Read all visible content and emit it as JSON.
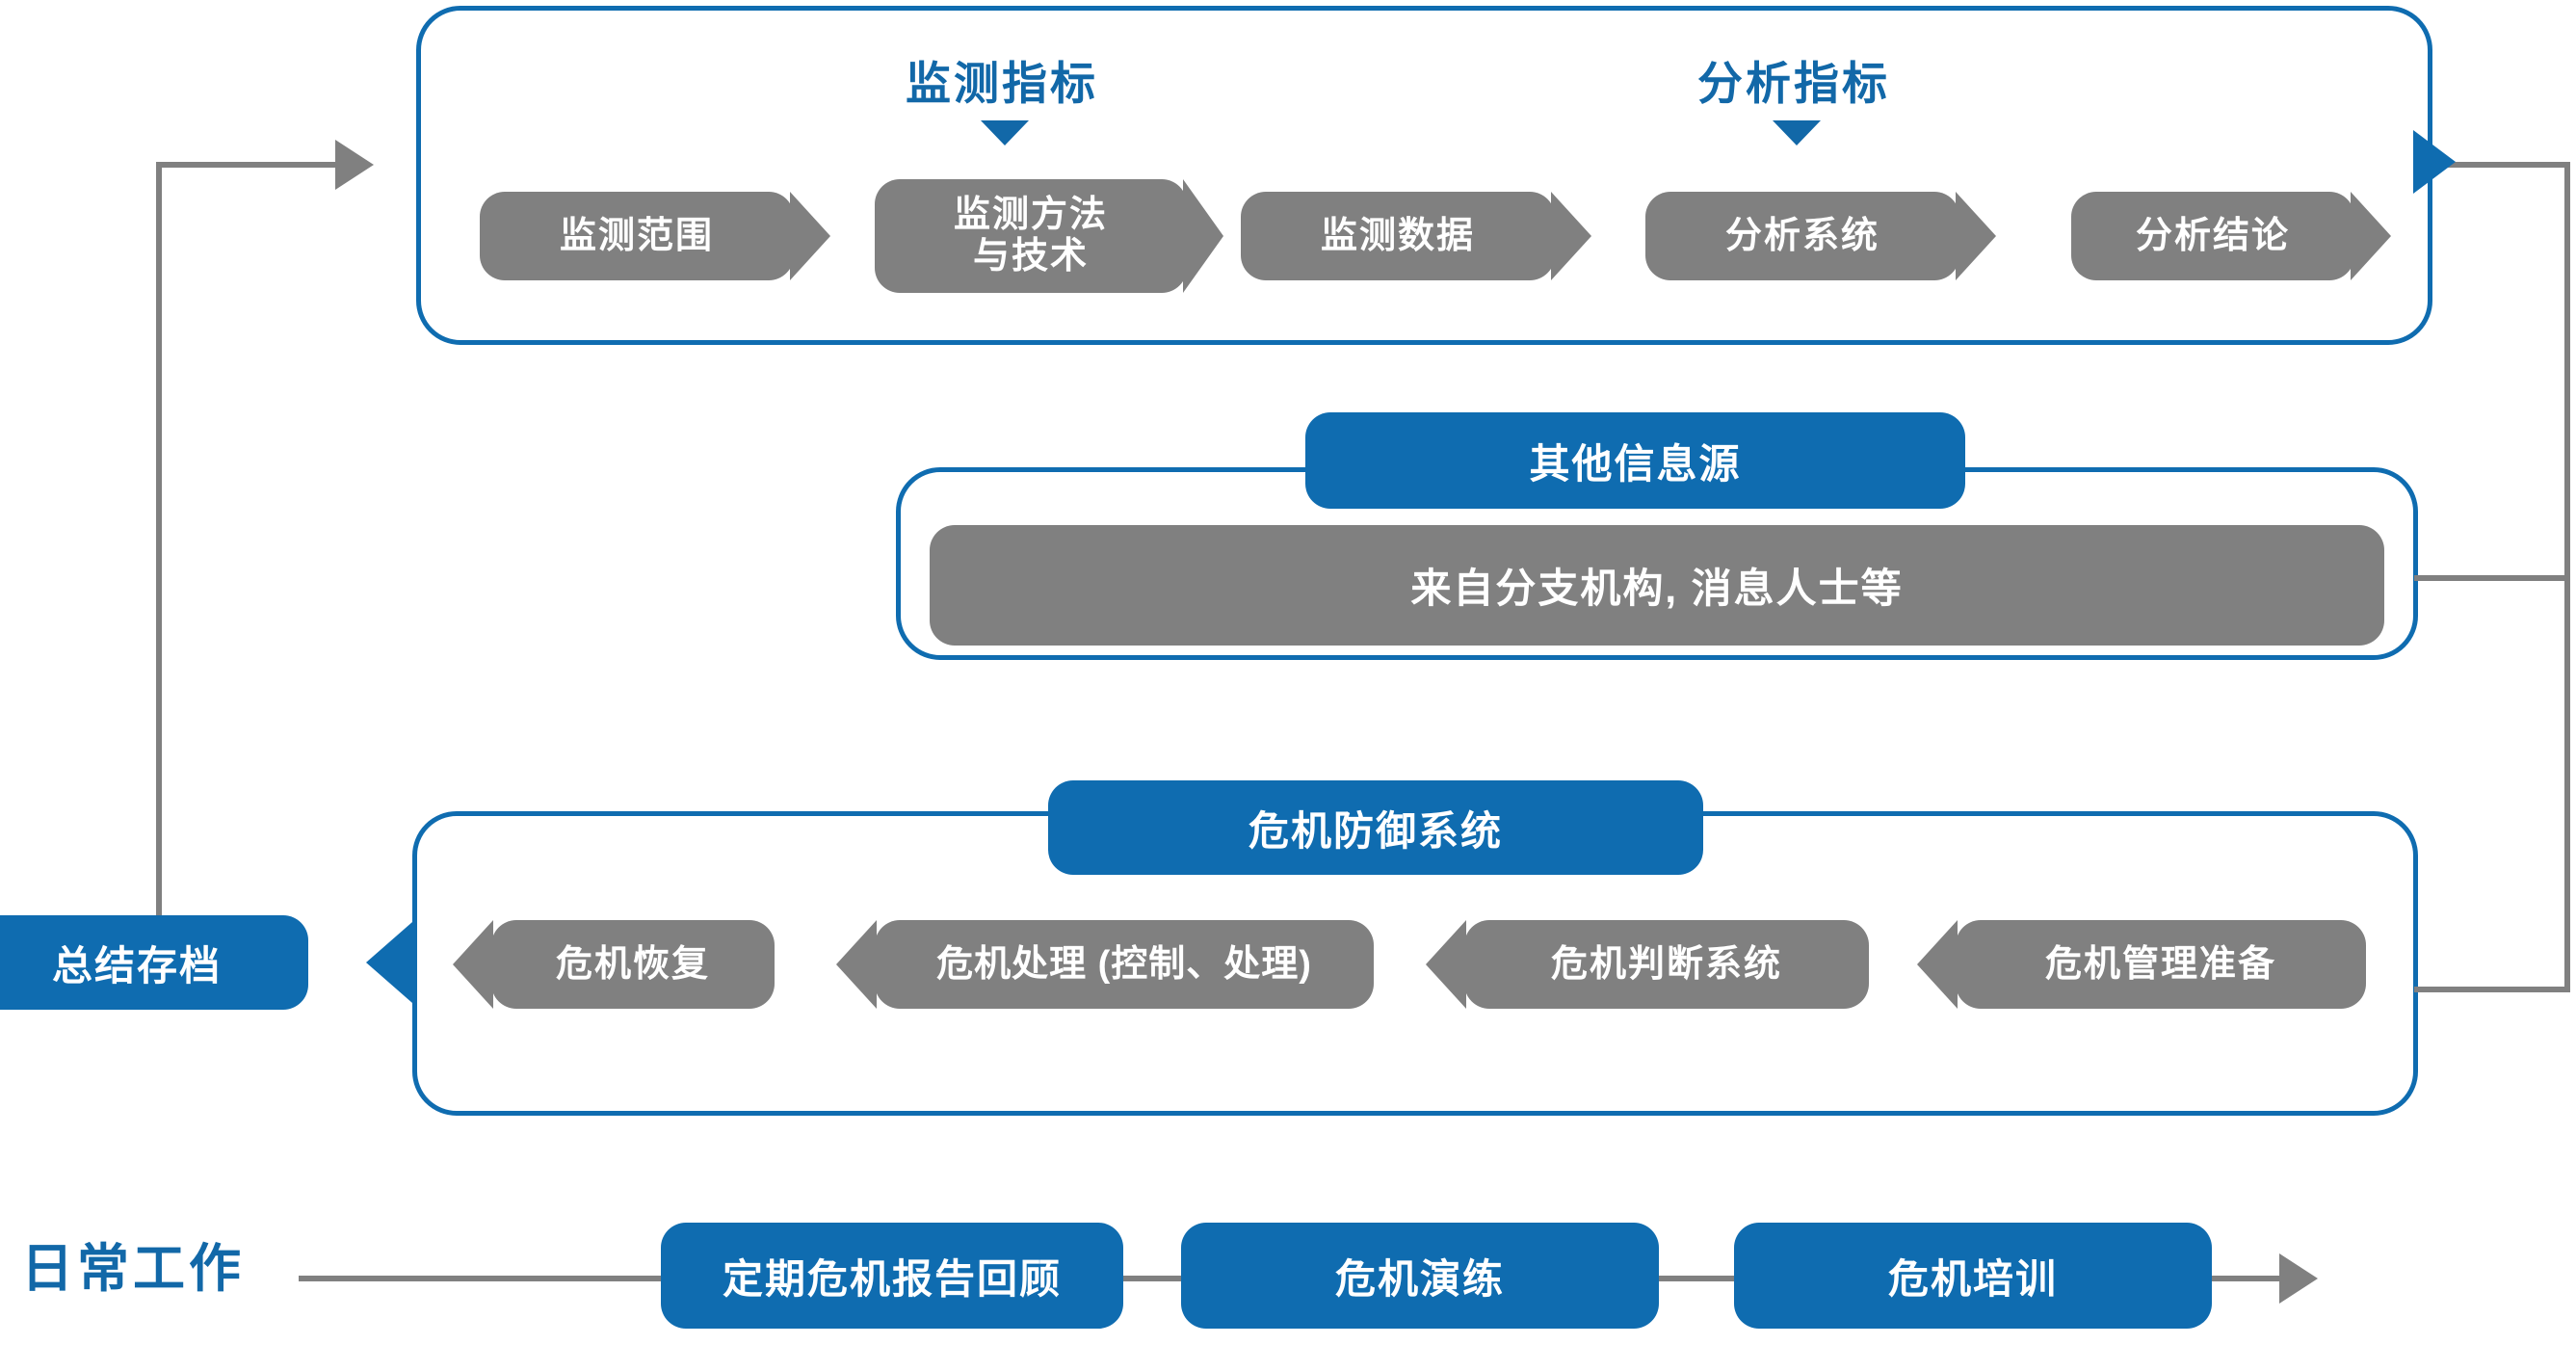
{
  "colors": {
    "brand_blue": "#0F6CB0",
    "caption_blue": "#1268A8",
    "gray": "#808080",
    "white": "#FFFFFF"
  },
  "panel_monitoring": {
    "captions": [
      {
        "text": "监测指标"
      },
      {
        "text": "分析指标"
      }
    ],
    "steps": [
      {
        "label": "监测范围"
      },
      {
        "label": "监测方法\n与技术"
      },
      {
        "label": "监测数据"
      },
      {
        "label": "分析系统"
      },
      {
        "label": "分析结论"
      }
    ]
  },
  "panel_other_sources": {
    "title": "其他信息源",
    "content": "来自分支机构, 消息人士等"
  },
  "panel_crisis_defense": {
    "title": "危机防御系统",
    "steps": [
      {
        "label": "危机恢复"
      },
      {
        "label": "危机处理 (控制、处理)"
      },
      {
        "label": "危机判断系统"
      },
      {
        "label": "危机管理准备"
      }
    ]
  },
  "archive_box": {
    "label": "总结存档"
  },
  "daily_work": {
    "label": "日常工作",
    "items": [
      {
        "label": "定期危机报告回顾"
      },
      {
        "label": "危机演练"
      },
      {
        "label": "危机培训"
      }
    ]
  }
}
